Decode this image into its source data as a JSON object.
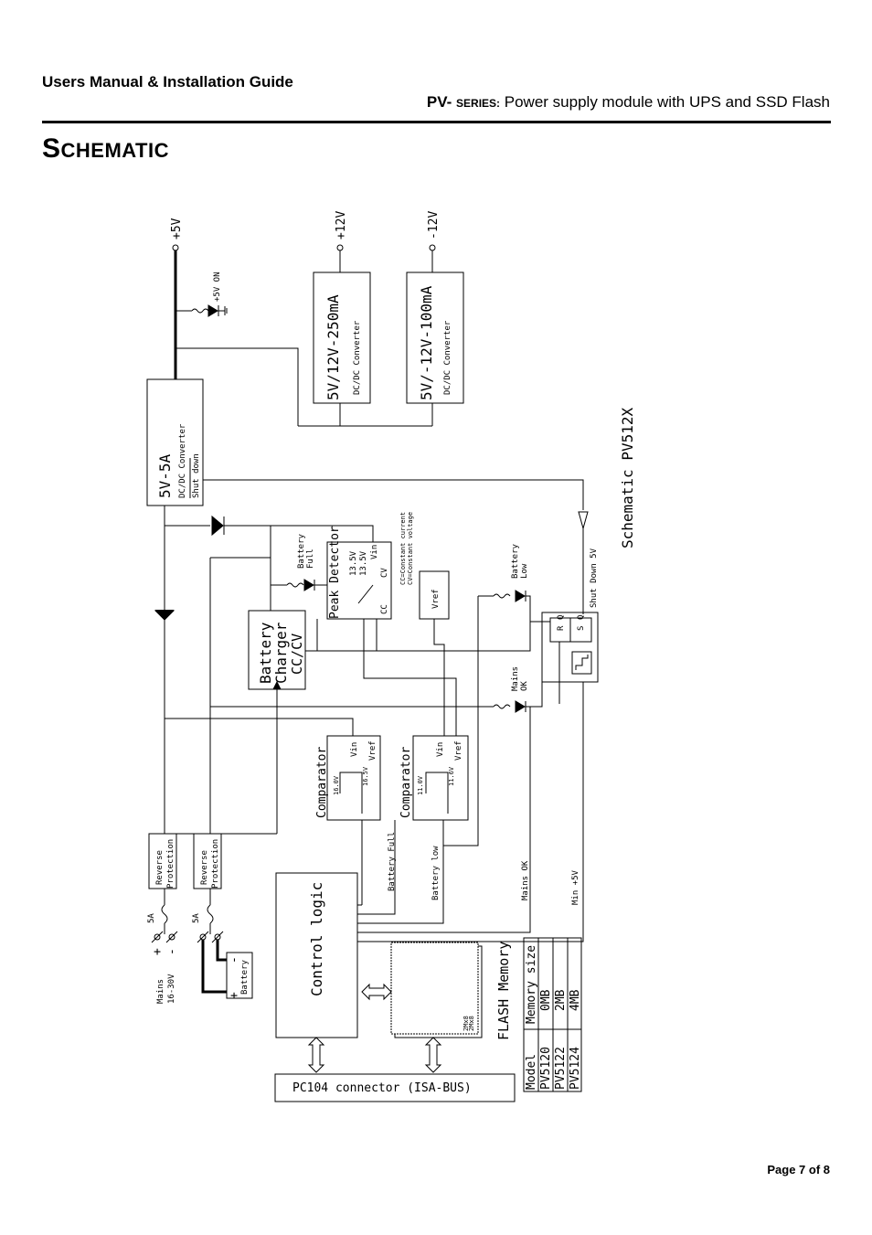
{
  "header": {
    "manual_title": "Users Manual & Installation Guide",
    "series_pv": "PV-",
    "series_word": "SERIES:",
    "series_desc": "Power supply module with UPS and SSD Flash"
  },
  "section": {
    "title_cap": "S",
    "title_rest": "CHEMATIC"
  },
  "schematic": {
    "title": "Schematic PV512X",
    "rail_5v": "+5V",
    "rail_12v": "+12V",
    "rail_m12v": "-12V",
    "led_5v_on": "+5V ON",
    "conv_5v": {
      "line1": "5V-5A",
      "line2": "DC/DC Converter",
      "line3": "Shut down"
    },
    "conv_12v": {
      "line1": "5V/12V-250mA",
      "line2": "DC/DC Converter"
    },
    "conv_m12v": {
      "line1": "5V/-12V-100mA",
      "line2": "DC/DC Converter"
    },
    "charger": {
      "line1": "Battery",
      "line2": "Charger",
      "line3": "CC/CV"
    },
    "peak": {
      "title": "Peak Detector",
      "v1": "13.5V",
      "v2": "13.5V",
      "cc": "CC",
      "cv": "CV",
      "vin": "Vin",
      "note1": "CC=Constant current",
      "note2": "CV=Constant voltage"
    },
    "led_batt_full": "Battery Full",
    "led_batt_low": "Battery Low",
    "led_mains_ok": "Mains OK",
    "vref": "Vref",
    "comp1": {
      "title": "Comparator",
      "v1": "16.0V",
      "v2": "16.5V",
      "vin": "Vin",
      "vin2": "Vin",
      "vref": "Vref"
    },
    "comp2": {
      "title": "Comparator",
      "v1": "11.0V",
      "v2": "11.6V",
      "vin": "Vin",
      "vin2": "Vin",
      "vref": "Vref"
    },
    "flipflop": {
      "r": "R",
      "s": "S",
      "q1": "Q",
      "q2": "Q"
    },
    "shut_down_5v": "Shut Down 5V",
    "sig_batt_full": "Battery Full",
    "sig_batt_low": "Battery low",
    "sig_mains_ok": "Mains OK",
    "sig_min_5v": "Min +5V",
    "rev_prot": "Reverse Protection",
    "fuse": "5A",
    "mains": {
      "line1": "Mains",
      "line2": "16-30V"
    },
    "battery": "Battery",
    "plus": "+",
    "minus": "-",
    "control_logic": "Control logic",
    "flash": {
      "title": "FLASH Memory",
      "chip": "2Mx8"
    },
    "pc104": "PC104 connector (ISA-BUS)",
    "memory_table": {
      "headers": [
        "Model",
        "Memory size"
      ],
      "rows": [
        [
          "PV5120",
          "0MB"
        ],
        [
          "PV5122",
          "2MB"
        ],
        [
          "PV5124",
          "4MB"
        ]
      ]
    }
  },
  "footer": {
    "page": "Page 7 of 8"
  }
}
